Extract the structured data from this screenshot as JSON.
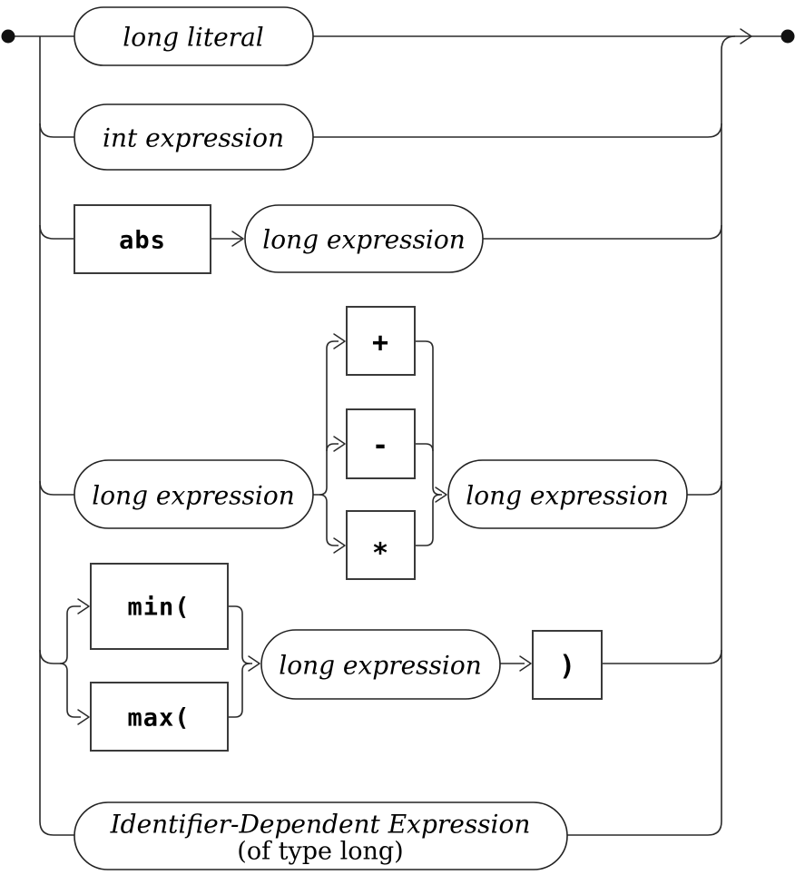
{
  "diagram": {
    "kind": "railroad-syntax-diagram",
    "colors": {
      "line": "#2a2a2a",
      "text": "#000000",
      "background": "#ffffff"
    },
    "markers": {
      "start": "filled-circle",
      "end": "filled-circle",
      "flow": "right-arrow"
    },
    "rows": [
      {
        "items": [
          {
            "kind": "nonterminal",
            "label": "long literal"
          }
        ]
      },
      {
        "items": [
          {
            "kind": "nonterminal",
            "label": "int expression"
          }
        ]
      },
      {
        "items": [
          {
            "kind": "terminal",
            "label": "abs"
          },
          {
            "kind": "nonterminal",
            "label": "long expression"
          }
        ]
      },
      {
        "items": [
          {
            "kind": "nonterminal",
            "label": "long expression"
          },
          {
            "kind": "choice",
            "options": [
              {
                "label": "+"
              },
              {
                "label": "-"
              },
              {
                "label": "*"
              }
            ]
          },
          {
            "kind": "nonterminal",
            "label": "long expression"
          }
        ]
      },
      {
        "items": [
          {
            "kind": "choice",
            "options": [
              {
                "label": "min("
              },
              {
                "label": "max("
              }
            ]
          },
          {
            "kind": "nonterminal",
            "label": "long expression"
          },
          {
            "kind": "terminal",
            "label": ")"
          }
        ]
      },
      {
        "items": [
          {
            "kind": "nonterminal",
            "label": "Identifier-Dependent Expression",
            "sublabel": "(of type long)"
          }
        ]
      }
    ]
  }
}
